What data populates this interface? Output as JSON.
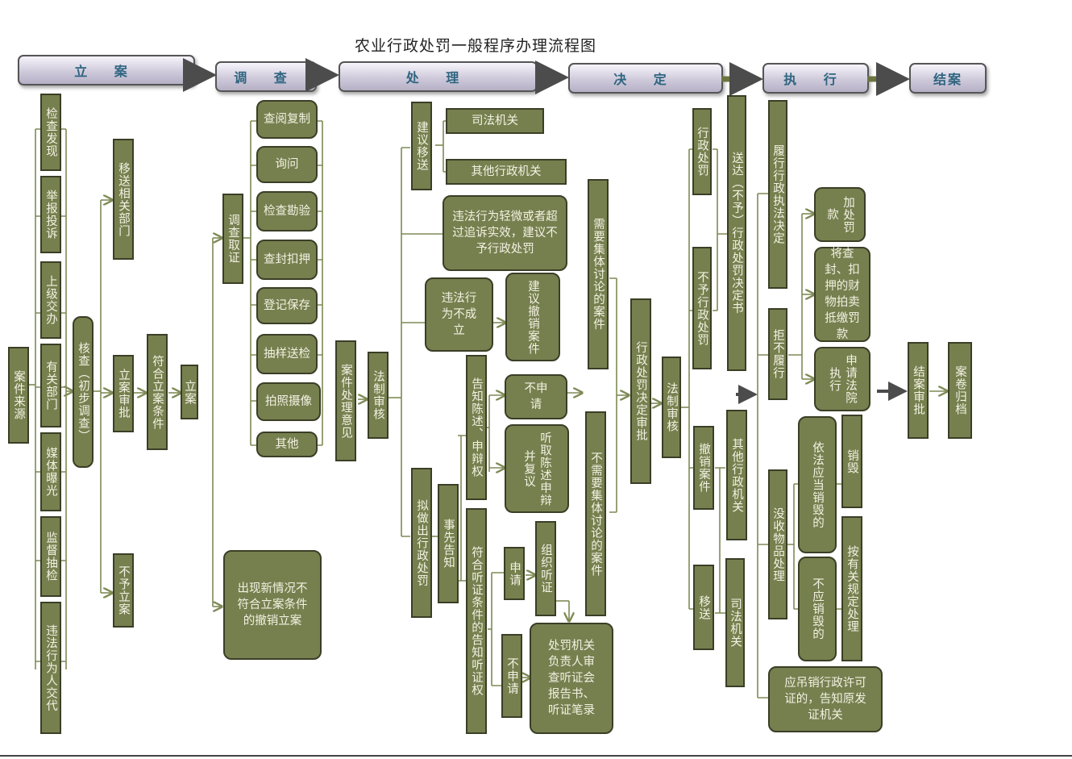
{
  "title": "农业行政处罚一般程序办理流程图",
  "stages": [
    "立 案",
    "调 查",
    "处 理",
    "决 定",
    "执 行",
    "结案"
  ],
  "nodes": {
    "source": "案件来源",
    "jcfx": "检查发现",
    "jbts": "举报投诉",
    "sjjb": "上级交办",
    "ygbm": "有关部门",
    "mtbg": "媒体曝光",
    "jdcj": "监督抽检",
    "wfxw": "违法行为人交代",
    "hc": "核查（初步调查）",
    "ysbm": "移送相关部门",
    "lasp": "立案审批",
    "bylx": "不予立案",
    "fhla": "符合立案条件",
    "la": "立案",
    "dcqz": "调查取证",
    "cyfz": "查阅复制",
    "xw": "询问",
    "jckl": "检查勘验",
    "cfky": "查封扣押",
    "djbc": "登记保存",
    "cyjj": "抽样送检",
    "pzsx": "拍照摄像",
    "qt": "其他",
    "cxqk": "出现新情况不符合立案条件的撤销立案",
    "ajcl": "案件处理意见",
    "fzsh1": "法制审核",
    "jyys": "建议移送",
    "sfjg1": "司法机关",
    "qtxz1": "其他行政机关",
    "wfqw": "违法行为轻微或者超过追诉实效，建议不予行政处罚",
    "wfbcl": "违法行为不成立",
    "jycx": "建议撤销案件",
    "nzcf": "拟做出行政处罚",
    "sxgz": "事先告知",
    "gzcs": "告知陈述、申辩权",
    "bsq1": "不申请",
    "tqcs": "听取陈述申辩并复议",
    "fhtz": "符合听证条件的告知听证权",
    "sq": "申请",
    "zztz": "组织听证",
    "bsq2": "不申请",
    "cfjg": "处罚机关负责人审查听证会报告书、听证笔录",
    "xyjt": "需要集体讨论的案件",
    "bxyjt": "不需要集体讨论的案件",
    "xzcfsp": "行政处罚决定审批",
    "fzsh2": "法制审核",
    "xzcf": "行政处罚",
    "byxz": "不予行政处罚",
    "cxaj": "撤销案件",
    "ys": "移送",
    "sdjds": "送达（不予）行政处罚决定书",
    "qtxz2": "其他行政机关",
    "sfjg2": "司法机关",
    "lxzf": "履行行政执法决定",
    "jblx": "拒不履行",
    "jcfk": "加处罚款",
    "jcfpm": "将查封、扣押的财物拍卖抵缴罚款",
    "sqfy": "申请法院执行",
    "mswp": "没收物品处理",
    "yfyd": "依法应当销毁的",
    "xh": "销毁",
    "byxh": "不应销毁的",
    "aygd": "按有关规定处理",
    "ydxx": "应吊销行政许可证的，告知原发证机关",
    "jasp": "结案审批",
    "ajgd": "案卷归档"
  },
  "colors": {
    "node_fill": "#76804f",
    "node_border": "#3b3e26",
    "line": "#7e8a55",
    "stage_text": "#2e6580"
  }
}
